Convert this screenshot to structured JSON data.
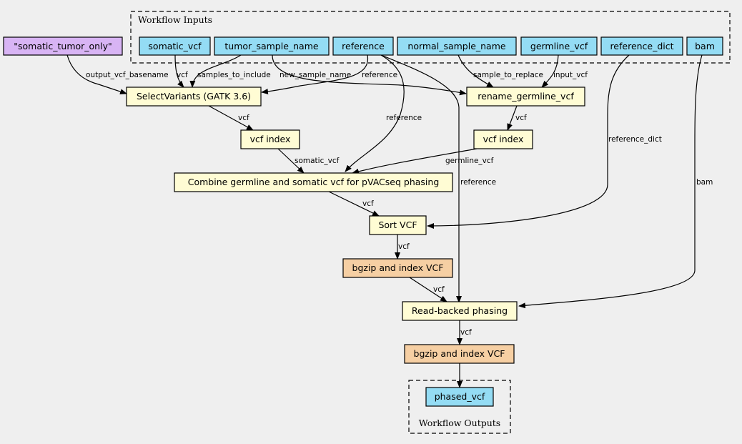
{
  "colors": {
    "background": "#efefef",
    "input": "#94dcf4",
    "step": "#fffcd4",
    "bgzip": "#f6cfa3",
    "constant": "#d8b4f4"
  },
  "clusters": {
    "inputs_label": "Workflow Inputs",
    "outputs_label": "Workflow Outputs"
  },
  "nodes": {
    "const": "\"somatic_tumor_only\"",
    "somatic_vcf": "somatic_vcf",
    "tumor_sample_name": "tumor_sample_name",
    "reference": "reference",
    "normal_sample_name": "normal_sample_name",
    "germline_vcf": "germline_vcf",
    "reference_dict": "reference_dict",
    "bam": "bam",
    "select_variants": "SelectVariants (GATK 3.6)",
    "rename_germline": "rename_germline_vcf",
    "vcf_index_1": "vcf index",
    "vcf_index_2": "vcf index",
    "combine": "Combine germline and somatic vcf for pVACseq phasing",
    "sort_vcf": "Sort VCF",
    "bgzip_1": "bgzip and index VCF",
    "read_backed": "Read-backed phasing",
    "bgzip_2": "bgzip and index VCF",
    "phased_vcf": "phased_vcf"
  },
  "edges": {
    "output_vcf_basename": "output_vcf_basename",
    "vcf_a": "vcf",
    "samples_to_include": "samples_to_include",
    "new_sample_name": "new_sample_name",
    "reference_a": "reference",
    "sample_to_replace": "sample_to_replace",
    "input_vcf": "input_vcf",
    "vcf_b": "vcf",
    "vcf_c": "vcf",
    "reference_b": "reference",
    "reference_dict": "reference_dict",
    "bam": "bam",
    "somatic_vcf": "somatic_vcf",
    "germline_vcf": "germline_vcf",
    "reference_c": "reference",
    "vcf_d": "vcf",
    "vcf_e": "vcf",
    "vcf_f": "vcf",
    "vcf_g": "vcf"
  }
}
